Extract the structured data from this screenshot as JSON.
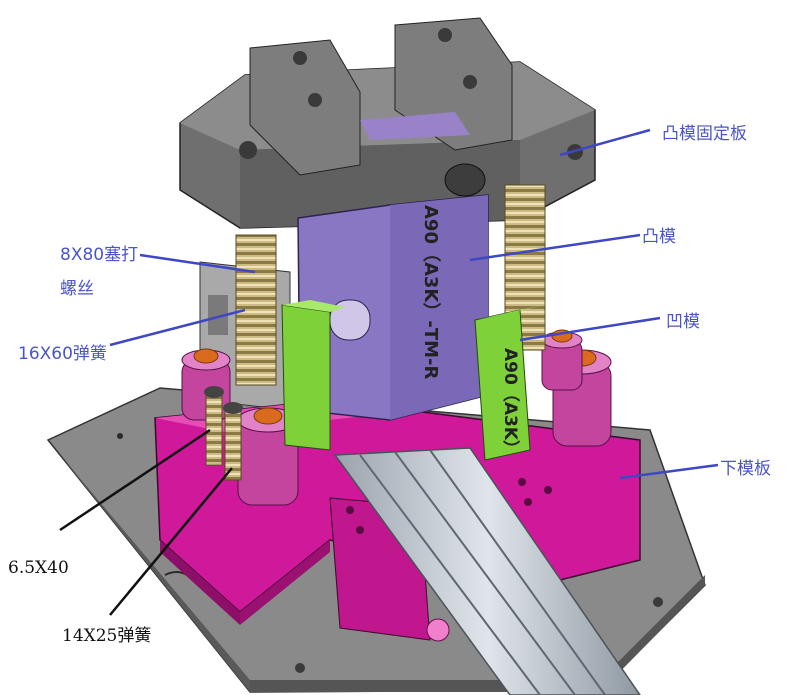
{
  "colors": {
    "label_blue": "#4a55c8",
    "label_black": "#111111",
    "base_plate": "#7b7b7b",
    "lower_die_block": "#d0189a",
    "punch": "#8a77c4",
    "punch_holder": "#6b6b6b",
    "die_insert": "#7fd13a",
    "spring": "#b9a56a",
    "guide_bushing": "#c3459d",
    "bolt_cap": "#d96a1e",
    "profile_strip": "#aeb6c0"
  },
  "labels": {
    "punch_plate": "凸模固定板",
    "punch": "凸模",
    "die": "凹模",
    "lower_die_plate": "下模板",
    "stripper_bolt_line1": "8X80塞打",
    "stripper_bolt_line2": "螺丝",
    "spring_16x60": "16X60弹簧",
    "screw_6_5x40": "6.5X40",
    "spring_14x25": "14X25弹簧"
  },
  "engraving": {
    "punch_text": "A90（A3K）-TM-R",
    "die_text": "A90（A3K）"
  }
}
